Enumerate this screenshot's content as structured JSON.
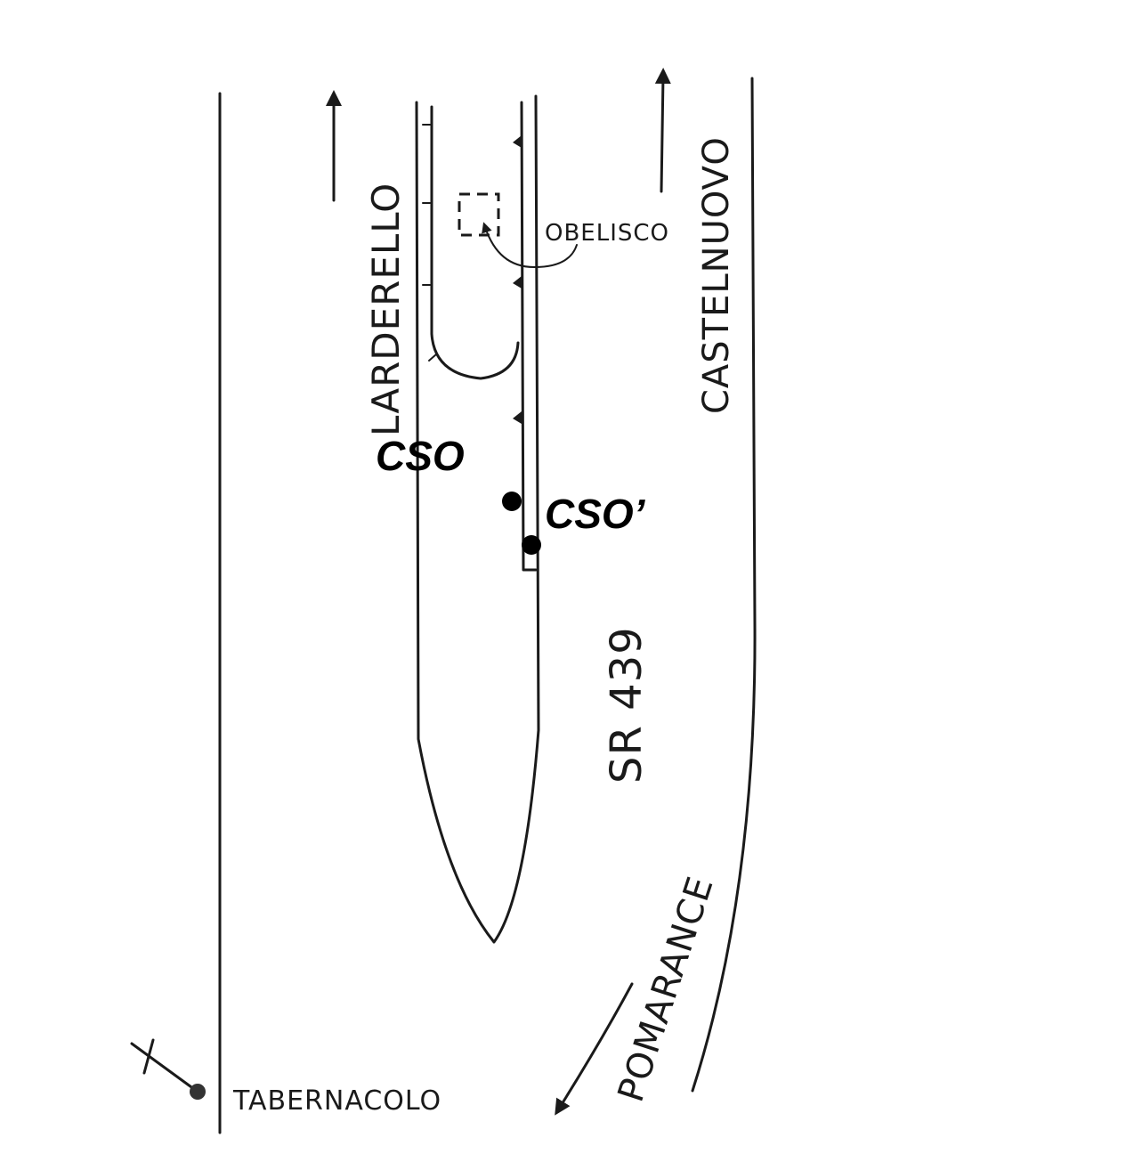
{
  "labels": {
    "lardarello": "LARDERELLO",
    "castelnuovo": "CASTELNUOVO",
    "obelisco": "OBELISCO",
    "road": "SR 439",
    "pomarance": "POMARANCE",
    "tabernacolo": "TABERNACOLO",
    "cso": "CSO",
    "cso_prime": "CSO’"
  },
  "colors": {
    "ink": "#1a1a1a",
    "paper": "#ffffff"
  }
}
